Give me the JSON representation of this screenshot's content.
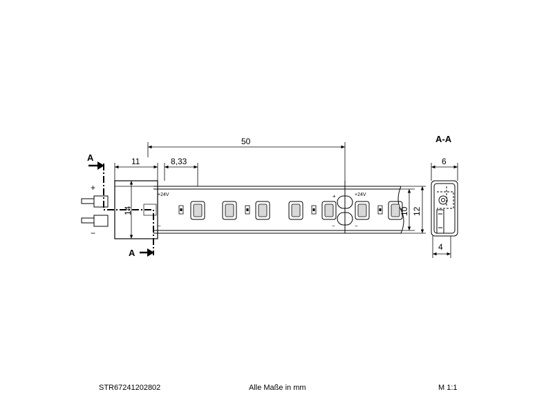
{
  "section_marker": {
    "letter": "A",
    "section_title": "A-A"
  },
  "polarity": {
    "plus": "+",
    "minus": "−"
  },
  "dimensions": {
    "connector_width": "11",
    "led_pitch": "8,33",
    "cut_length": "50",
    "connector_height": "14",
    "strip_width_inner": "10",
    "strip_width_outer": "12",
    "profile_width_top": "6",
    "profile_width_bottom": "4"
  },
  "strip_labels": {
    "voltage": "+24V",
    "plus": "+",
    "minus": "−"
  },
  "footer": {
    "article_number": "STR67241202802",
    "units_note": "Alle Maße in mm",
    "scale": "M 1:1"
  }
}
